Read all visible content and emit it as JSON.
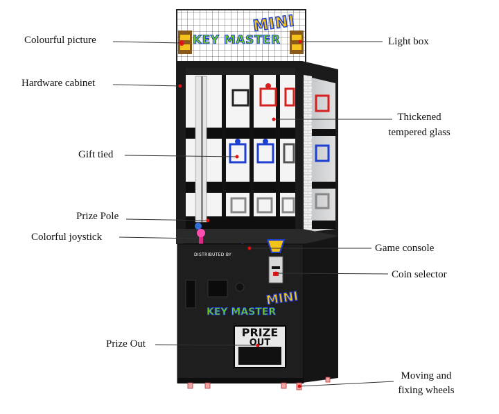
{
  "labels": {
    "colourful_picture": "Colourful picture",
    "hardware_cabinet": "Hardware cabinet",
    "gift_tied": "Gift tied",
    "prize_pole": "Prize Pole",
    "colorful_joystick": "Colorful joystick",
    "prize_out": "Prize Out",
    "light_box": "Light box",
    "thickened_line1": "Thickened",
    "thickened_line2": "tempered glass",
    "game_console": "Game console",
    "coin_selector": "Coin selector",
    "wheels_line1": "Moving and",
    "wheels_line2": "fixing wheels"
  },
  "machine": {
    "logo_top_word": "MINI",
    "logo_bottom_word": "KEY MASTER",
    "distributed_by": "DISTRIBUTED BY",
    "prize_line1": "PRIZE",
    "prize_line2": "OUT"
  },
  "colors": {
    "cabinet": "#1b1b1b",
    "logo_yellow": "#f3c21b",
    "logo_green": "#6fd11f",
    "logo_blue": "#2f6fd8",
    "hanger_red": "#d62020",
    "hanger_blue": "#1f3fd0",
    "marker_red": "#e01010"
  }
}
